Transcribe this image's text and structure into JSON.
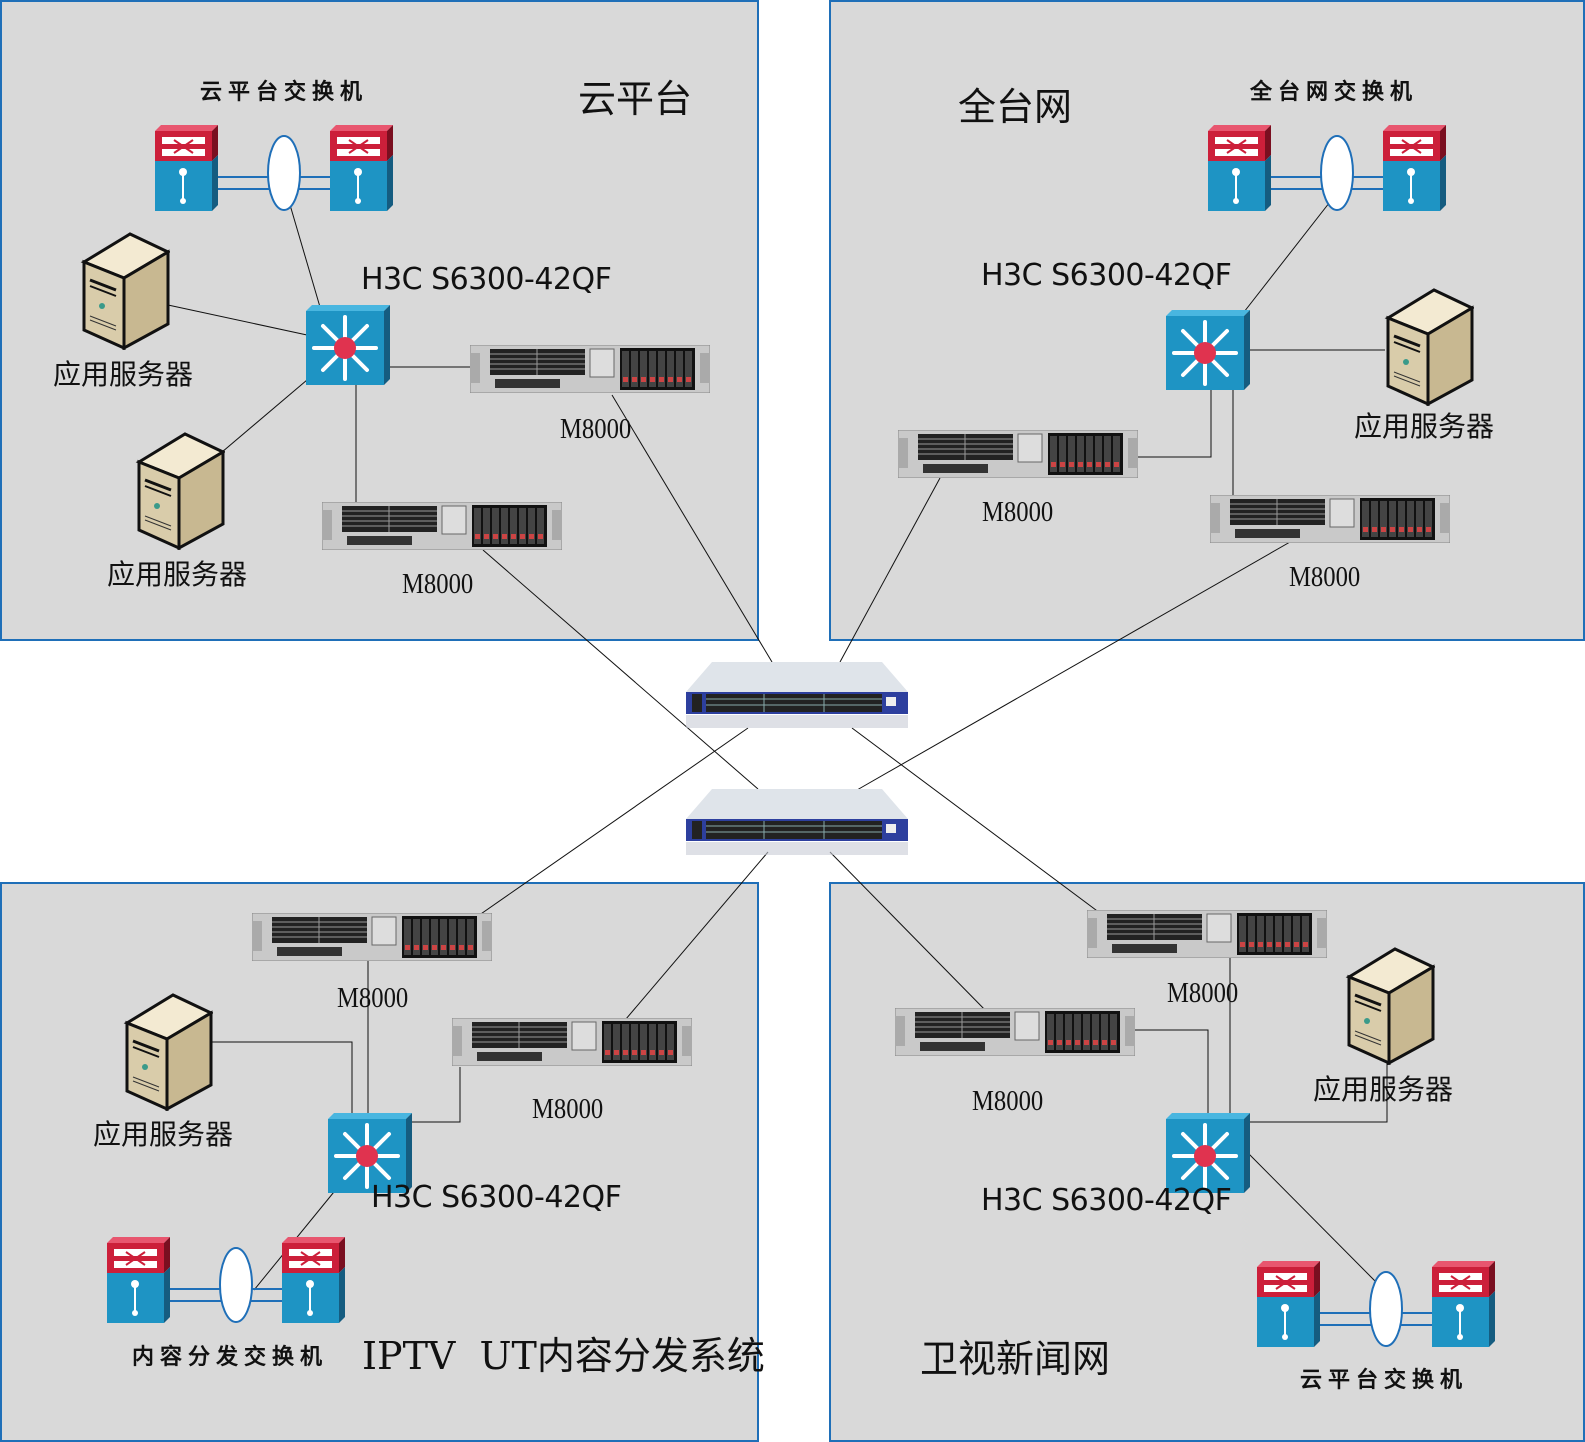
{
  "diagram": {
    "zones": [
      {
        "id": "cloud-platform",
        "title": "云平台",
        "switch_pair_label": "云平台交换机",
        "core_switch_model": "H3C S6300-42QF",
        "servers": [
          "M8000",
          "M8000"
        ],
        "app_servers": [
          "应用服务器",
          "应用服务器"
        ]
      },
      {
        "id": "whole-station-network",
        "title": "全台网",
        "switch_pair_label": "全台网交换机",
        "core_switch_model": "H3C S6300-42QF",
        "servers": [
          "M8000",
          "M8000"
        ],
        "app_servers": [
          "应用服务器"
        ]
      },
      {
        "id": "iptv-ut",
        "title": "IPTV  UT内容分发系统",
        "switch_pair_label": "内容分发交换机",
        "core_switch_model": "H3C S6300-42QF",
        "servers": [
          "M8000",
          "M8000"
        ],
        "app_servers": [
          "应用服务器"
        ]
      },
      {
        "id": "satellite-news",
        "title": "卫视新闻网",
        "switch_pair_label": "云平台交换机",
        "core_switch_model": "H3C S6300-42QF",
        "servers": [
          "M8000",
          "M8000"
        ],
        "app_servers": [
          "应用服务器"
        ]
      }
    ],
    "center": {
      "core_switches": 2
    },
    "colors": {
      "panel_fill": "#d9d9d9",
      "panel_border": "#1f6fb8",
      "switch_blue": "#1e94c4",
      "switch_red": "#cc1f3a",
      "link_blue": "#1f6fb8",
      "core_dot": "#e0334f",
      "line": "#111111"
    }
  }
}
